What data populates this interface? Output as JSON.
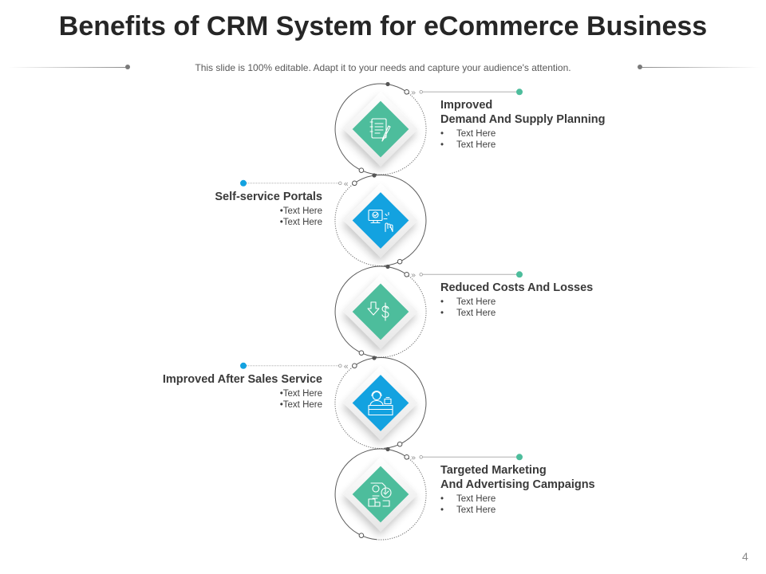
{
  "slide": {
    "title": "Benefits of CRM System for eCommerce Business",
    "subtitle": "This slide is 100% editable. Adapt it to your needs and capture your audience's attention.",
    "page_number": "4"
  },
  "colors": {
    "green": "#4dbd9c",
    "blue": "#13a2e0",
    "line": "#555555"
  },
  "items": [
    {
      "title": "Improved\nDemand And Supply Planning",
      "bullets": [
        "Text Here",
        "Text Here"
      ],
      "side": "right",
      "color": "green",
      "icon": "notepad-pencil-icon"
    },
    {
      "title": "Self-service Portals",
      "bullets": [
        "Text Here",
        "Text Here"
      ],
      "side": "left",
      "color": "blue",
      "icon": "monitor-touch-icon"
    },
    {
      "title": "Reduced Costs And Losses",
      "bullets": [
        "Text Here",
        "Text Here"
      ],
      "side": "right",
      "color": "green",
      "icon": "down-arrow-dollar-icon"
    },
    {
      "title": "Improved After Sales Service",
      "bullets": [
        "Text Here",
        "Text Here"
      ],
      "side": "left",
      "color": "blue",
      "icon": "service-desk-agent-icon"
    },
    {
      "title": "Targeted Marketing\nAnd Advertising Campaigns",
      "bullets": [
        "Text Here",
        "Text Here"
      ],
      "side": "right",
      "color": "green",
      "icon": "marketing-campaign-icon"
    }
  ]
}
